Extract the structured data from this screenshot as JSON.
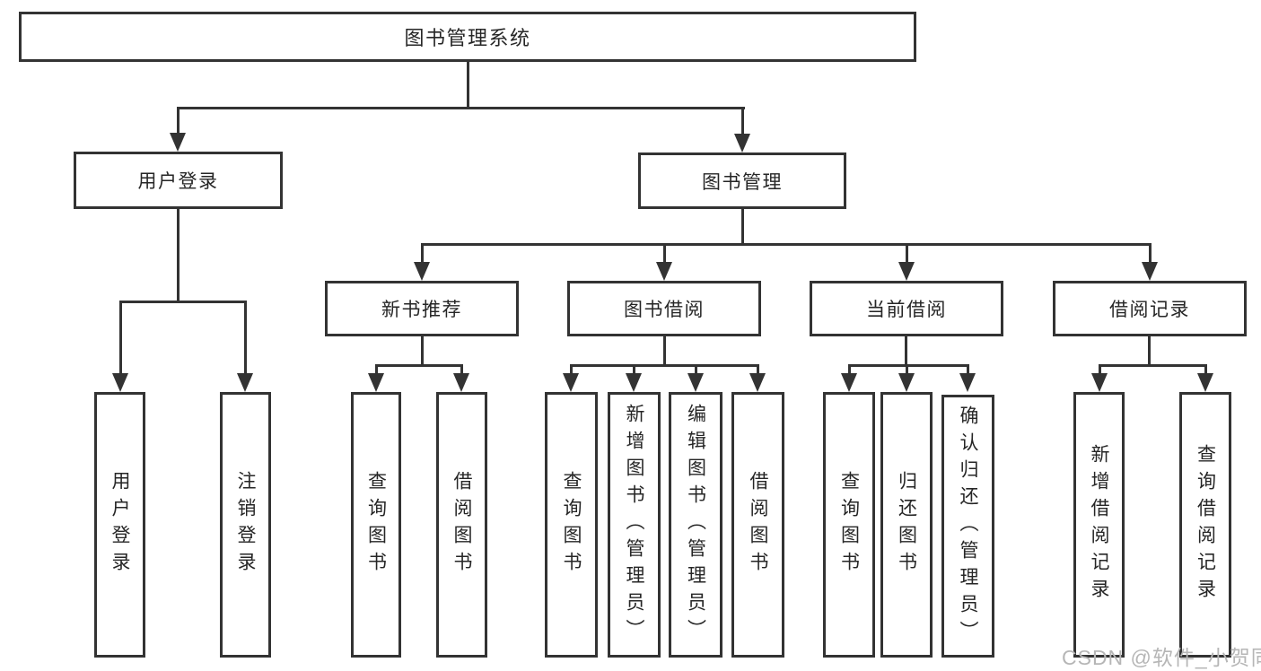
{
  "colors": {
    "line": "#333333",
    "text": "#262626",
    "background": "#ffffff",
    "watermark_text": "#b6b6b6"
  },
  "diagram": {
    "root": {
      "label": "图书管理系统"
    },
    "branches": [
      {
        "label": "用户登录",
        "children": [
          "用户登录",
          "注销登录"
        ]
      },
      {
        "label": "图书管理",
        "children": [
          {
            "label": "新书推荐",
            "children": [
              "查询图书",
              "借阅图书"
            ]
          },
          {
            "label": "图书借阅",
            "children": [
              "查询图书",
              "新增图书（管理员）",
              "编辑图书（管理员）",
              "借阅图书"
            ]
          },
          {
            "label": "当前借阅",
            "children": [
              "查询图书",
              "归还图书",
              "确认归还（管理员）"
            ]
          },
          {
            "label": "借阅记录",
            "children": [
              "新增借阅记录",
              "查询借阅记录"
            ]
          }
        ]
      }
    ]
  },
  "watermark": "CSDN @软件_小贺同学"
}
